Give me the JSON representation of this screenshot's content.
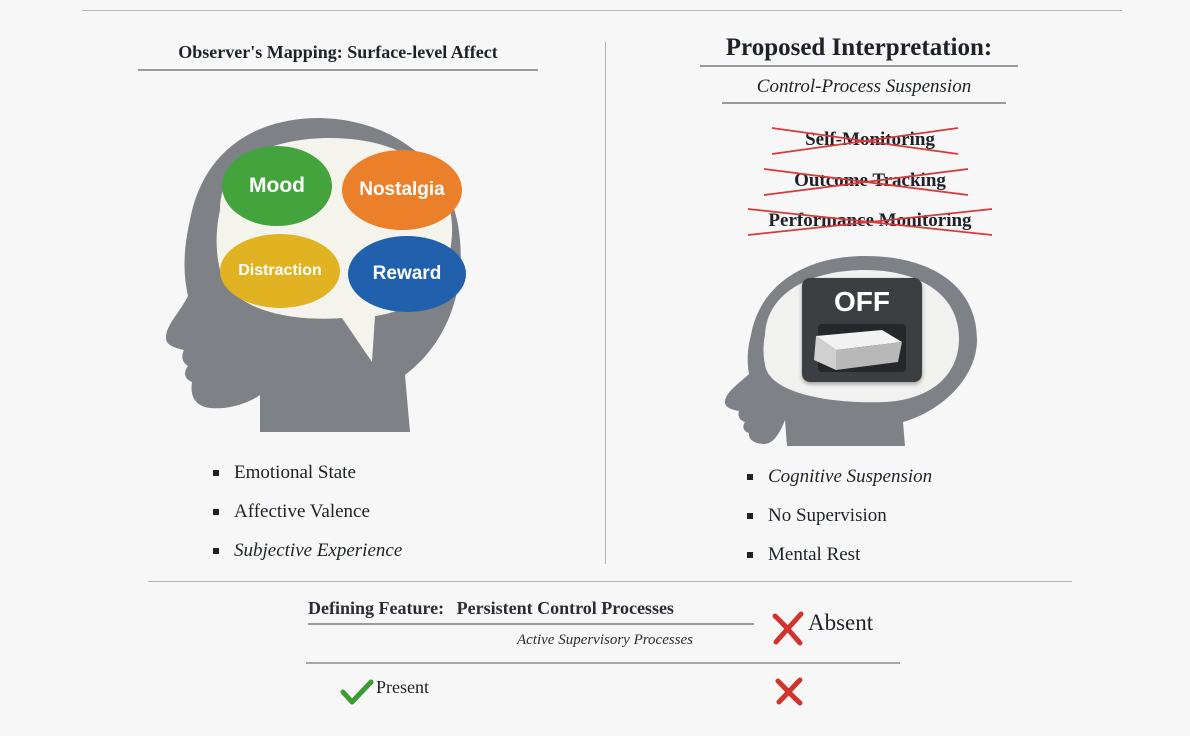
{
  "left_panel": {
    "title": "Observer's Mapping: Surface-level Affect",
    "bubbles": [
      {
        "label": "Mood",
        "color": "#43a33c"
      },
      {
        "label": "Nostalgia",
        "color": "#ec7f2a"
      },
      {
        "label": "Distraction",
        "color": "#e1b323"
      },
      {
        "label": "Reward",
        "color": "#2160ad"
      }
    ],
    "bullets": [
      "Emotional State",
      "Affective Valence",
      "Subjective Experience"
    ]
  },
  "right_panel": {
    "title": "Proposed Interpretation:",
    "subtitle": "Control-Process Suspension",
    "struck_items": [
      "Self-Monitoring",
      "Outcome Tracking",
      "Performance Monitoring"
    ],
    "switch_label": "OFF",
    "bullets": [
      "Cognitive Suspension",
      "No Supervision",
      "Mental Rest"
    ]
  },
  "bottom": {
    "feature_label": "Defining Feature:",
    "feature_value": "Persistent Control Processes",
    "feature_sub": "Active Supervisory Processes",
    "absent_label": "Absent",
    "present_label": "Present"
  },
  "colors": {
    "head": "#7e8287",
    "check": "#3d9b34",
    "cross": "#d2332d",
    "strike": "#d63a3a"
  }
}
